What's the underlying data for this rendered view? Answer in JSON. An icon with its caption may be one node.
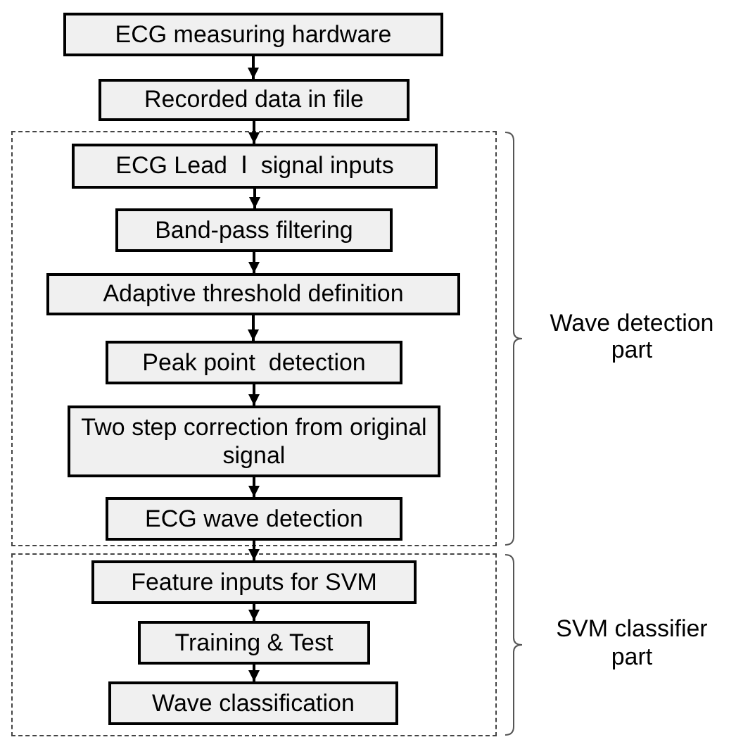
{
  "diagram": {
    "nodes": [
      {
        "text": [
          "ECG measuring hardware"
        ]
      },
      {
        "text": [
          "Recorded data in file"
        ]
      },
      {
        "text": [
          "Wave detection part"
        ]
      },
      {
        "text": [
          "ECG Lead  Ⅰ  signal inputs"
        ],
        "in": 2
      },
      {
        "text": [
          "Band-pass filtering"
        ],
        "in": 2
      },
      {
        "text": [
          "Adaptive threshold definition"
        ],
        "in": 2
      },
      {
        "text": [
          "Peak point  detection"
        ],
        "in": 2
      },
      {
        "text": [
          "Two step correction from original signal"
        ],
        "in": 2
      },
      {
        "text": [
          "ECG wave detection"
        ],
        "in": 2
      },
      {
        "text": [
          "SVM classifier part"
        ]
      },
      {
        "text": [
          "Feature inputs for SVM"
        ],
        "in": 9
      },
      {
        "text": [
          "Training & Test"
        ],
        "in": 9
      },
      {
        "text": [
          "Wave classification"
        ],
        "in": 9
      }
    ],
    "edges": [
      {
        "from": 0,
        "to": 1,
        "arrow": "to"
      },
      {
        "from": 1,
        "to": 3,
        "arrow": "to"
      },
      {
        "from": 3,
        "to": 4,
        "arrow": "to"
      },
      {
        "from": 4,
        "to": 5,
        "arrow": "to"
      },
      {
        "from": 5,
        "to": 6,
        "arrow": "to"
      },
      {
        "from": 6,
        "to": 7,
        "arrow": "to"
      },
      {
        "from": 7,
        "to": 8,
        "arrow": "to"
      },
      {
        "from": 8,
        "to": 10,
        "arrow": "to"
      },
      {
        "from": 10,
        "to": 11,
        "arrow": "to"
      },
      {
        "from": 11,
        "to": 12,
        "arrow": "to"
      }
    ]
  }
}
